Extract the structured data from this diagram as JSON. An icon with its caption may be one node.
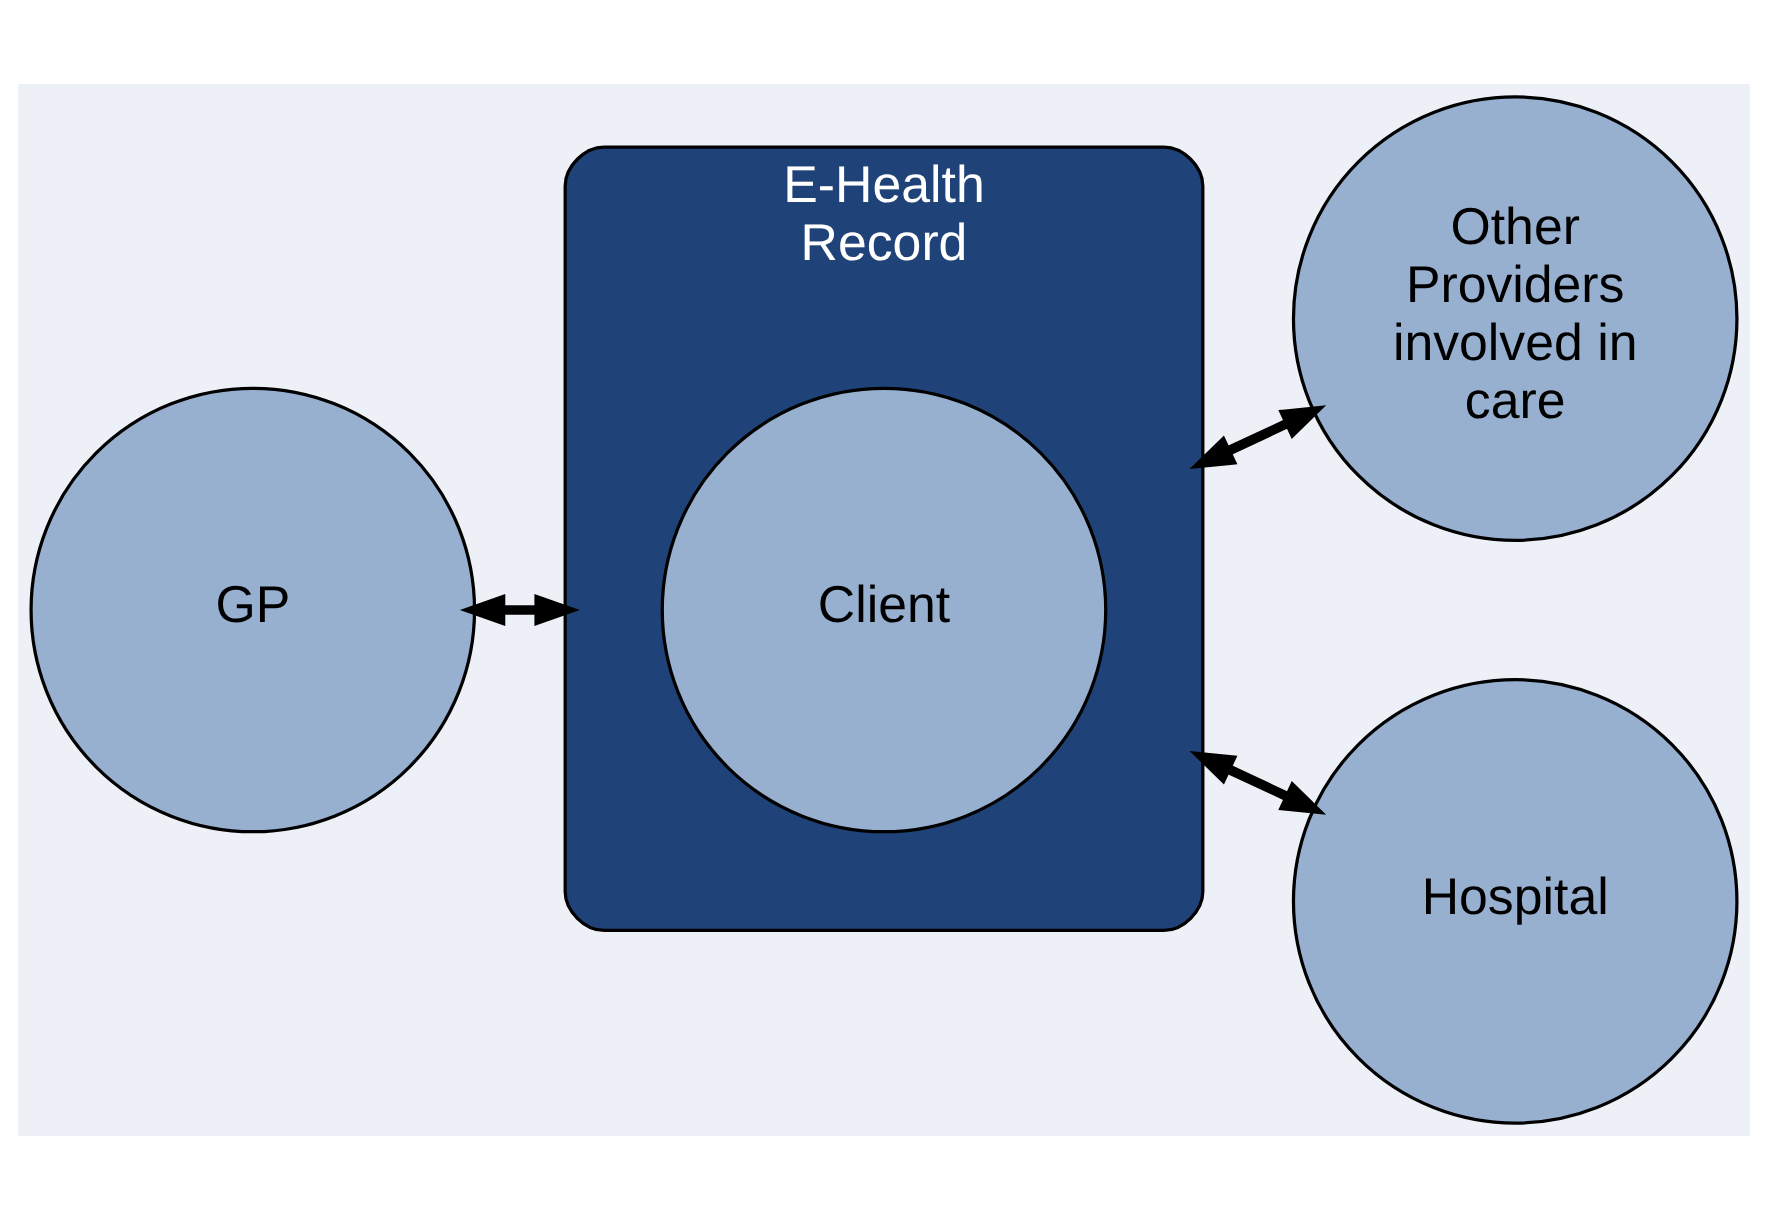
{
  "diagram": {
    "nodes": [
      {
        "text": [
          "GP"
        ]
      },
      {
        "text": [
          "E-Health Record"
        ]
      },
      {
        "text": [
          "Client"
        ],
        "in": 1
      },
      {
        "text": [
          "Other Providers involved in care"
        ]
      },
      {
        "text": [
          "Hospital"
        ]
      }
    ],
    "edges": [
      {
        "from": 0,
        "to": 1,
        "arrow": "both"
      },
      {
        "from": 1,
        "to": 3,
        "arrow": "both"
      },
      {
        "from": 1,
        "to": 4,
        "arrow": "both"
      }
    ]
  }
}
